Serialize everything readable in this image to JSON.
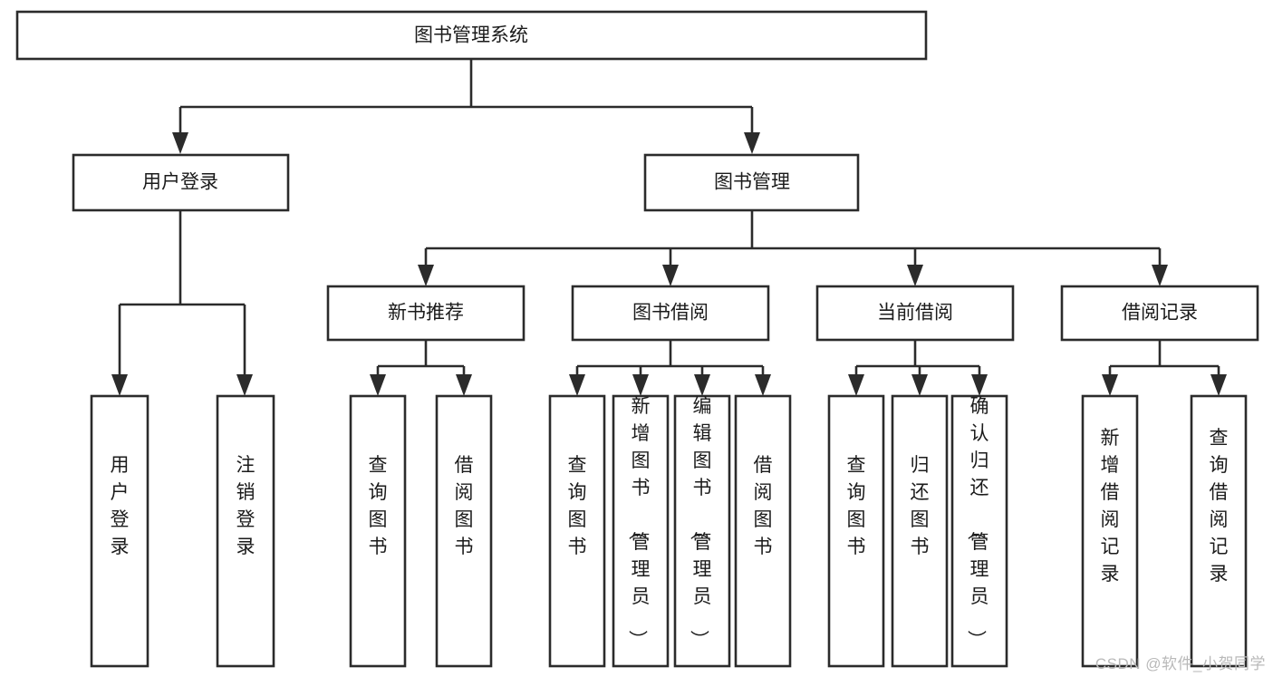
{
  "diagram": {
    "type": "tree-flowchart",
    "title": "图书管理系统",
    "watermark": "CSDN @软件_小贺同学",
    "colors": {
      "background": "#ffffff",
      "box_fill": "#ffffff",
      "box_stroke": "#2b2b2b",
      "text": "#1b1b1b",
      "watermark": "#b9b9b9"
    },
    "root": {
      "label": "图书管理系统",
      "orientation": "horizontal"
    },
    "level1": [
      {
        "label": "用户登录",
        "orientation": "horizontal"
      },
      {
        "label": "图书管理",
        "orientation": "horizontal"
      }
    ],
    "level2": [
      {
        "label": "新书推荐",
        "orientation": "horizontal",
        "parent": "图书管理"
      },
      {
        "label": "图书借阅",
        "orientation": "horizontal",
        "parent": "图书管理"
      },
      {
        "label": "当前借阅",
        "orientation": "horizontal",
        "parent": "图书管理"
      },
      {
        "label": "借阅记录",
        "orientation": "horizontal",
        "parent": "图书管理"
      }
    ],
    "leaves": {
      "用户登录": [
        {
          "label": "用户登录",
          "orientation": "vertical"
        },
        {
          "label": "注销登录",
          "orientation": "vertical"
        }
      ],
      "新书推荐": [
        {
          "label": "查询图书",
          "orientation": "vertical"
        },
        {
          "label": "借阅图书",
          "orientation": "vertical"
        }
      ],
      "图书借阅": [
        {
          "label": "查询图书",
          "orientation": "vertical"
        },
        {
          "label": "新增图书（管理员）",
          "orientation": "vertical"
        },
        {
          "label": "编辑图书（管理员）",
          "orientation": "vertical"
        },
        {
          "label": "借阅图书",
          "orientation": "vertical"
        }
      ],
      "当前借阅": [
        {
          "label": "查询图书",
          "orientation": "vertical"
        },
        {
          "label": "归还图书",
          "orientation": "vertical"
        },
        {
          "label": "确认归还（管理员）",
          "orientation": "vertical"
        }
      ],
      "借阅记录": [
        {
          "label": "新增借阅记录",
          "orientation": "vertical"
        },
        {
          "label": "查询借阅记录",
          "orientation": "vertical"
        }
      ]
    },
    "labels": {
      "root_title": "图书管理系统",
      "user_login": "用户登录",
      "book_manage": "图书管理",
      "new_book_rec": "新书推荐",
      "book_borrow": "图书借阅",
      "current_borrow": "当前借阅",
      "borrow_record": "借阅记录",
      "leaf_user_login": "用户登录",
      "leaf_logout": "注销登录",
      "leaf_query_book_1": "查询图书",
      "leaf_borrow_book_1": "借阅图书",
      "leaf_query_book_2": "查询图书",
      "leaf_add_book": "新增图书（管理员）",
      "leaf_edit_book": "编辑图书（管理员）",
      "leaf_borrow_book_2": "借阅图书",
      "leaf_query_book_3": "查询图书",
      "leaf_return_book": "归还图书",
      "leaf_confirm_return": "确认归还（管理员）",
      "leaf_add_record": "新增借阅记录",
      "leaf_query_record": "查询借阅记录"
    }
  }
}
